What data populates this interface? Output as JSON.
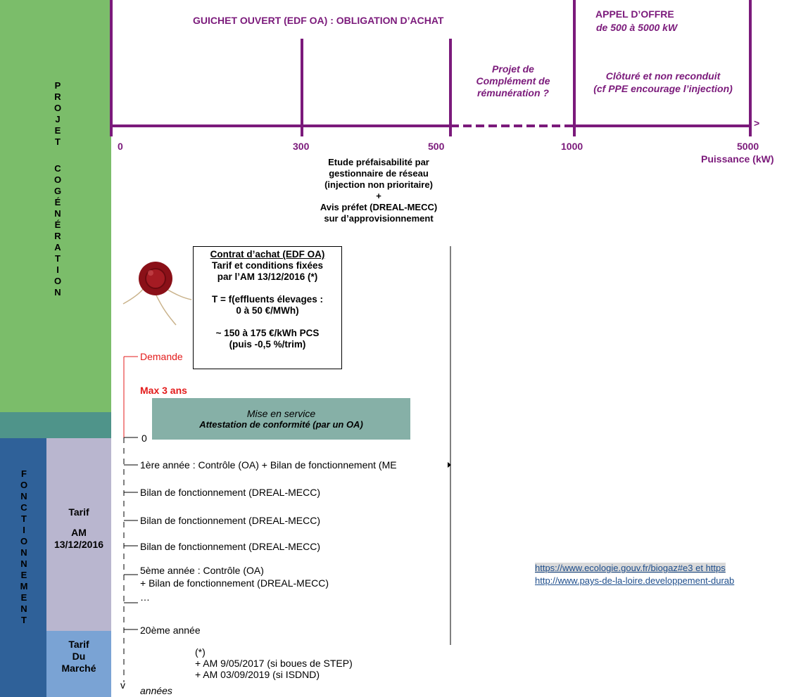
{
  "colors": {
    "purple": "#7b1a7b",
    "green": "#7bbd6a",
    "teal": "#4f948a",
    "navy": "#2f6199",
    "lavender": "#b9b6cf",
    "lightblue": "#7aa3d4",
    "mise_box": "#86b0a7",
    "red": "#e31b1b",
    "link_bg": "#d9d9d9"
  },
  "sidebar": {
    "projet_label": "PROJET COGÉNÉRATION",
    "fonctionnement_label": "FONCTIONNEMENT",
    "tarif_am_lines": [
      "Tarif",
      "AM",
      "13/12/2016"
    ],
    "tarif_marche_lines": [
      "Tarif",
      "Du",
      "Marché"
    ]
  },
  "header": {
    "guichet": "GUICHET OUVERT (EDF OA) : OBLIGATION D’ACHAT",
    "appel_title": "APPEL D’OFFRE",
    "appel_sub": "de 500 à 5000 kW",
    "projet_cr": [
      "Projet de",
      "Complément de",
      "rémunération ?"
    ],
    "cloture": [
      "Clôturé et non reconduit",
      "(cf PPE encourage l’injection)"
    ],
    "ticks": [
      "0",
      "300",
      "500",
      "1000",
      "5000"
    ],
    "arrow_head": ">",
    "axis_label": "Puissance (kW)"
  },
  "etude": [
    "Etude préfaisabilité par",
    "gestionnaire de réseau",
    "(injection non prioritaire)",
    "+",
    "Avis préfet (DREAL-MECC)",
    "sur d’approvisionnement"
  ],
  "contract": {
    "title": "Contrat d’achat (EDF OA)",
    "lines": [
      "Tarif et conditions fixées",
      "par l’AM 13/12/2016 (*)",
      "",
      "T = f(effluents élevages :",
      "0 à 50 €/MWh)",
      "",
      "~ 150 à 175 €/kWh PCS",
      "(puis -0,5 %/trim)"
    ]
  },
  "timeline": {
    "demande": "Demande",
    "max": "Max 3 ans",
    "mise_title": "Mise en service",
    "mise_sub": "Attestation de conformité (par un OA)",
    "zero": "0",
    "y1": "1ère année : Contrôle (OA) + Bilan de fonctionnement (ME",
    "bilan": "Bilan de fonctionnement (DREAL-MECC)",
    "y5a": "5ème année : Contrôle (OA)",
    "y5b": "+ Bilan de fonctionnement (DREAL-MECC)",
    "ellipsis": "…",
    "y20": "20ème année",
    "notes": [
      "(*)",
      "+ AM 9/05/2017 (si boues de STEP)",
      "+ AM 03/09/2019 (si ISDND)"
    ],
    "v": "v",
    "annees": "années"
  },
  "links": [
    "https://www.ecologie.gouv.fr/biogaz#e3  et  https",
    "http://www.pays-de-la-loire.developpement-durab"
  ]
}
